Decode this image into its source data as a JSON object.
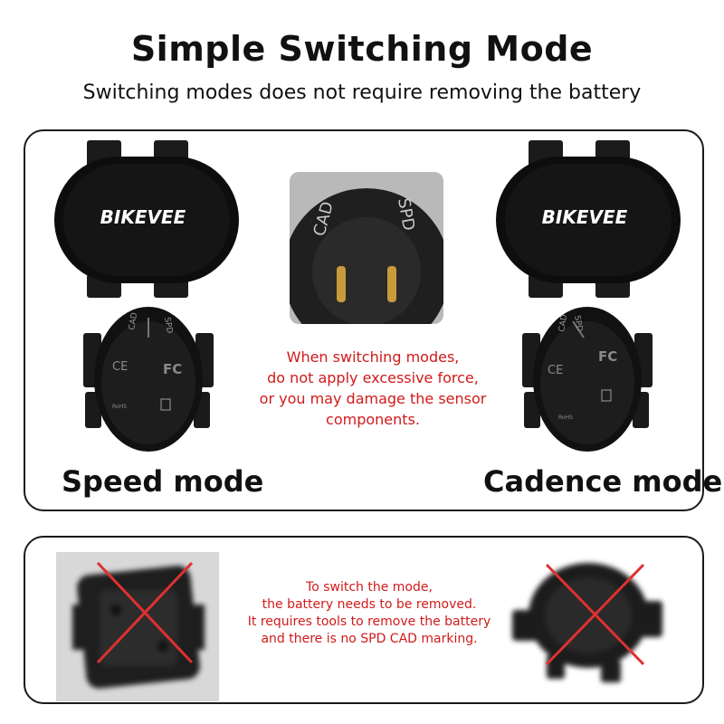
{
  "header": {
    "title": "Simple Switching Mode",
    "subtitle": "Switching modes does not require removing the battery"
  },
  "sensor": {
    "brand": "BIKEVEE",
    "cad_mark": "CAD",
    "spd_mark": "SPD",
    "ce_mark": "CE",
    "fcc_mark": "FC",
    "rohs_mark": "RoHS"
  },
  "top_panel": {
    "left_label": "Speed mode",
    "right_label": "Cadence mode",
    "warning_lines": [
      "When switching modes,",
      "do not apply excessive force,",
      "or you may damage the sensor",
      "components."
    ]
  },
  "bottom_panel": {
    "warning_lines": [
      "To switch the mode,",
      "the battery needs to be removed.",
      "It requires tools to remove the battery",
      "and there is no SPD CAD marking."
    ]
  },
  "colors": {
    "warning_text": "#d11a1a",
    "cross": "#e03030",
    "brand_text": "#ffffff",
    "brand_accent": "#2f6fe0",
    "device": "#0e0e0e"
  }
}
